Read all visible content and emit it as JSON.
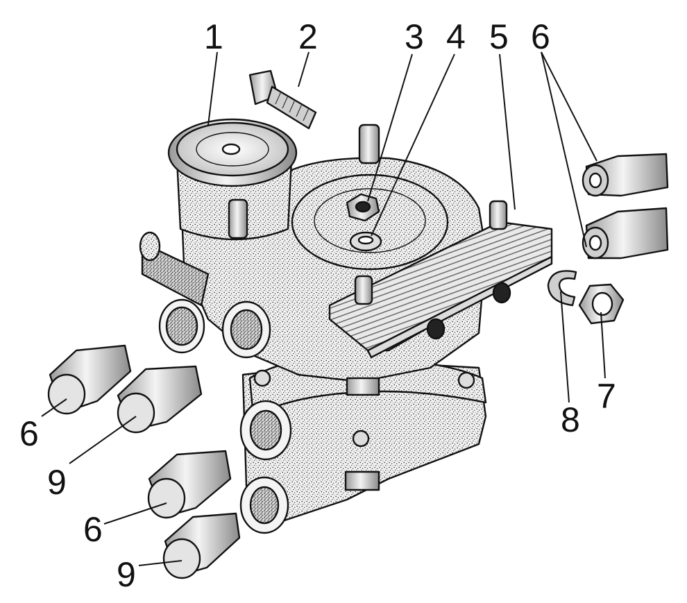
{
  "callouts": [
    {
      "label": "1"
    },
    {
      "label": "2"
    },
    {
      "label": "3"
    },
    {
      "label": "4"
    },
    {
      "label": "5"
    },
    {
      "label": "6"
    },
    {
      "label": "6"
    },
    {
      "label": "9"
    },
    {
      "label": "6"
    },
    {
      "label": "9"
    },
    {
      "label": "8"
    },
    {
      "label": "7"
    }
  ],
  "colors": {
    "ink": "#111111",
    "speckle": "#cfcfcf",
    "metal_light": "#e6e6e6",
    "background": "#ffffff"
  }
}
